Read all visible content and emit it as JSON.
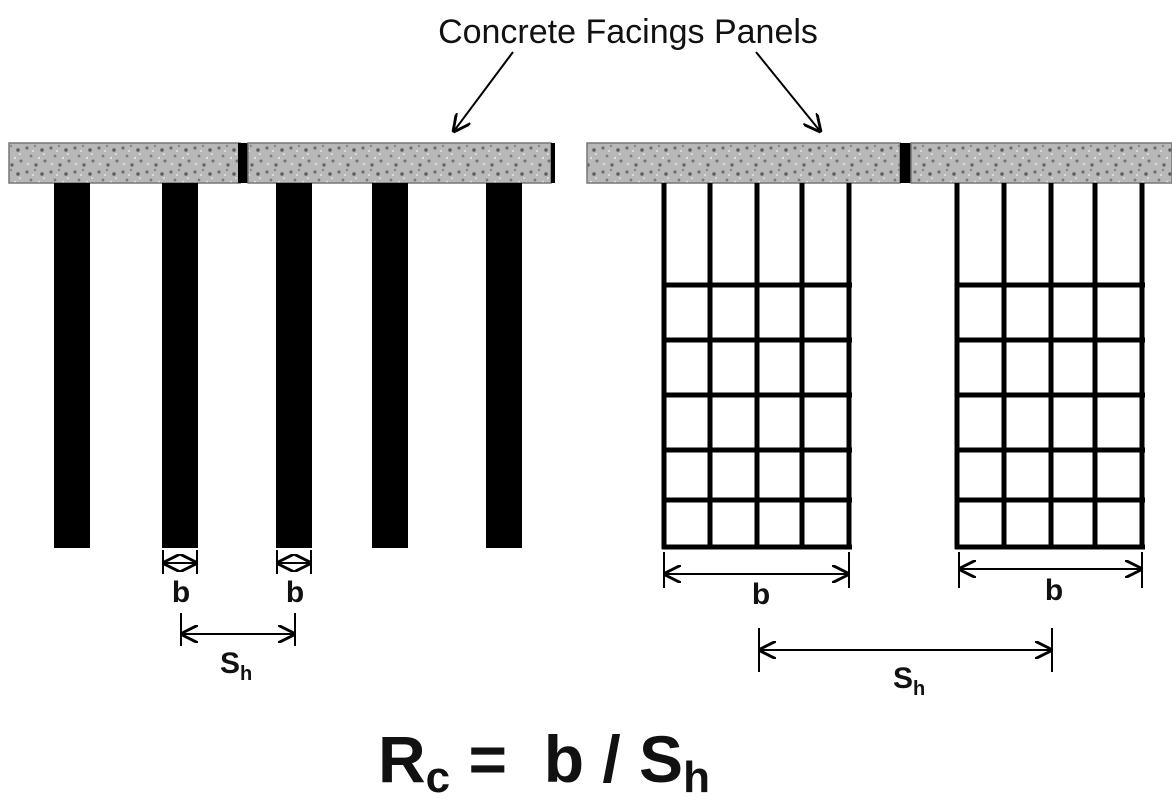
{
  "title": "Concrete Facings Panels",
  "left": {
    "label_b_1": "b",
    "label_b_2": "b",
    "label_s": "S",
    "label_s_sub": "h"
  },
  "right": {
    "label_b_1": "b",
    "label_b_2": "b",
    "label_s": "S",
    "label_s_sub": "h"
  },
  "equation": {
    "r": "R",
    "r_sub": "c",
    "middle": " =  b / ",
    "s": "S",
    "s_sub": "h"
  },
  "colors": {
    "panel_fill": "#b4b4b4",
    "strip_fill": "#000000",
    "line": "#000000"
  }
}
